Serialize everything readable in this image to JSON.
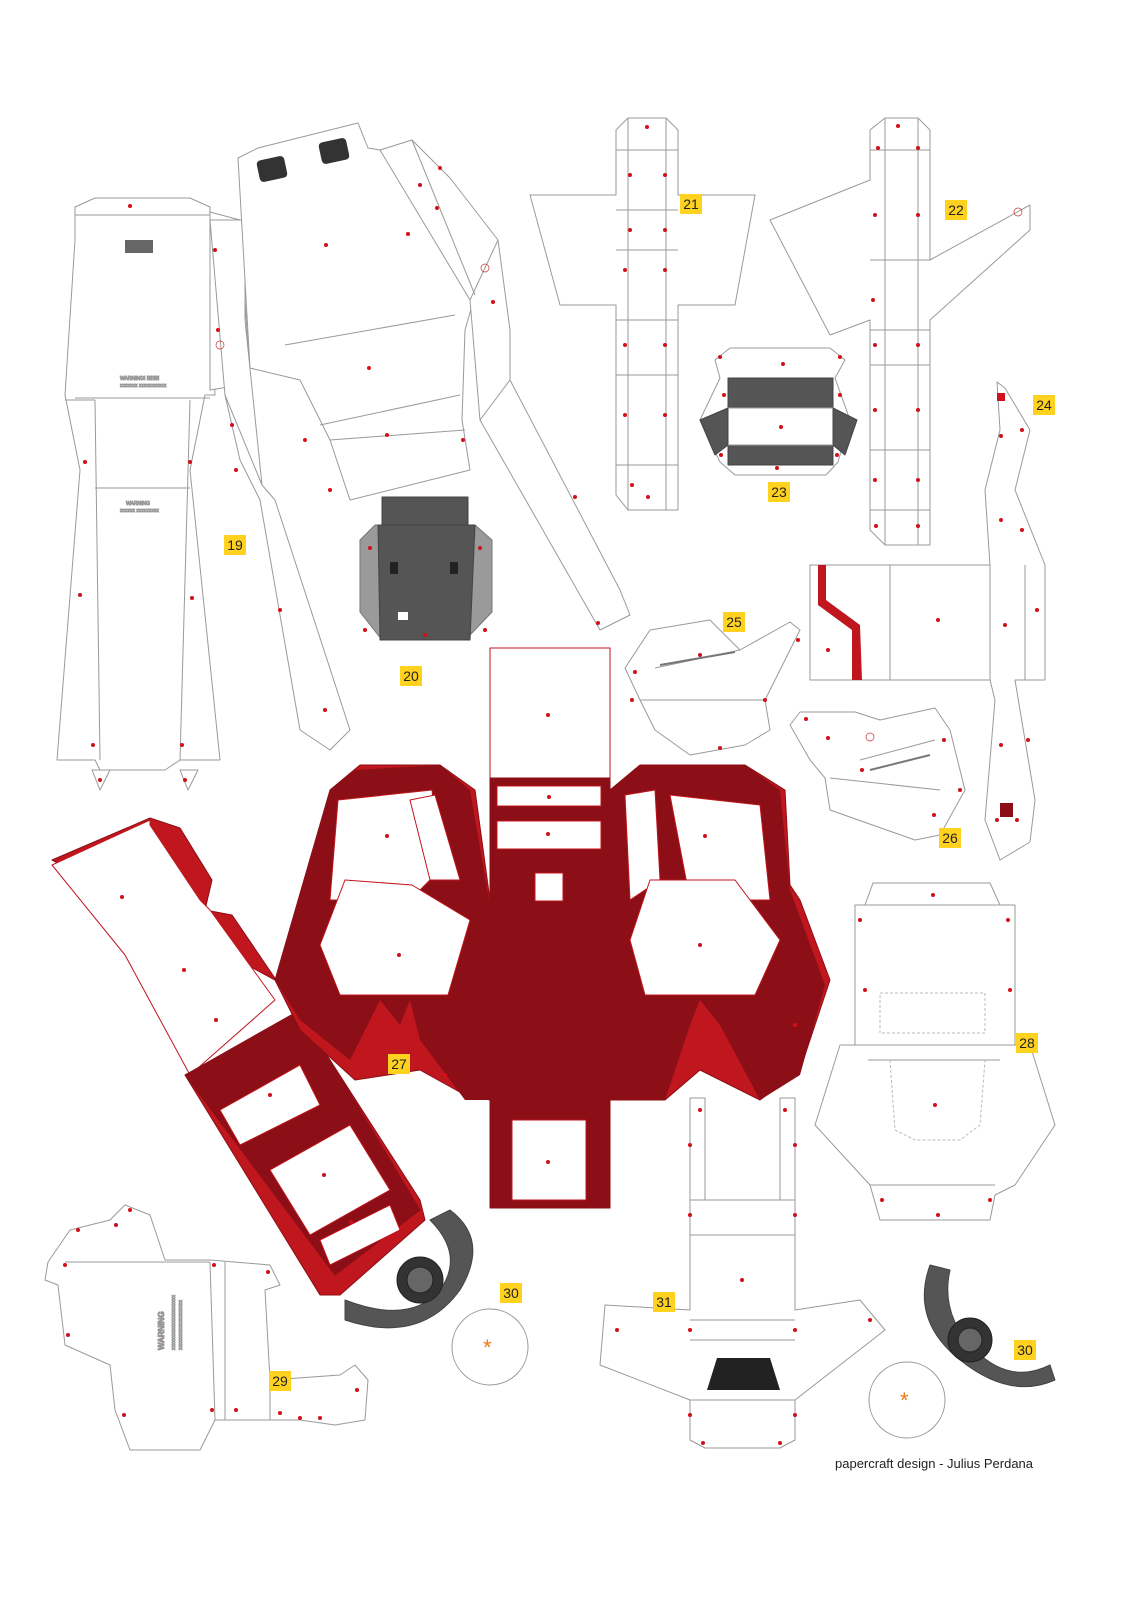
{
  "labels": {
    "p19": "19",
    "p20": "20",
    "p21": "21",
    "p22": "22",
    "p23": "23",
    "p24": "24",
    "p25": "25",
    "p26": "26",
    "p27": "27",
    "p28": "28",
    "p29": "29",
    "p30a": "30",
    "p30b": "30",
    "p31": "31"
  },
  "credit": "papercraft design - Julius Perdana",
  "warning_text": "WARNING",
  "colors": {
    "outline": "#9a9a9a",
    "glue_dot": "#d0101a",
    "red_main": "#8c0e16",
    "red_light": "#c0161e",
    "dark_grey": "#555555",
    "mid_grey": "#9a9a9a",
    "label_bg": "#ffd21f"
  }
}
